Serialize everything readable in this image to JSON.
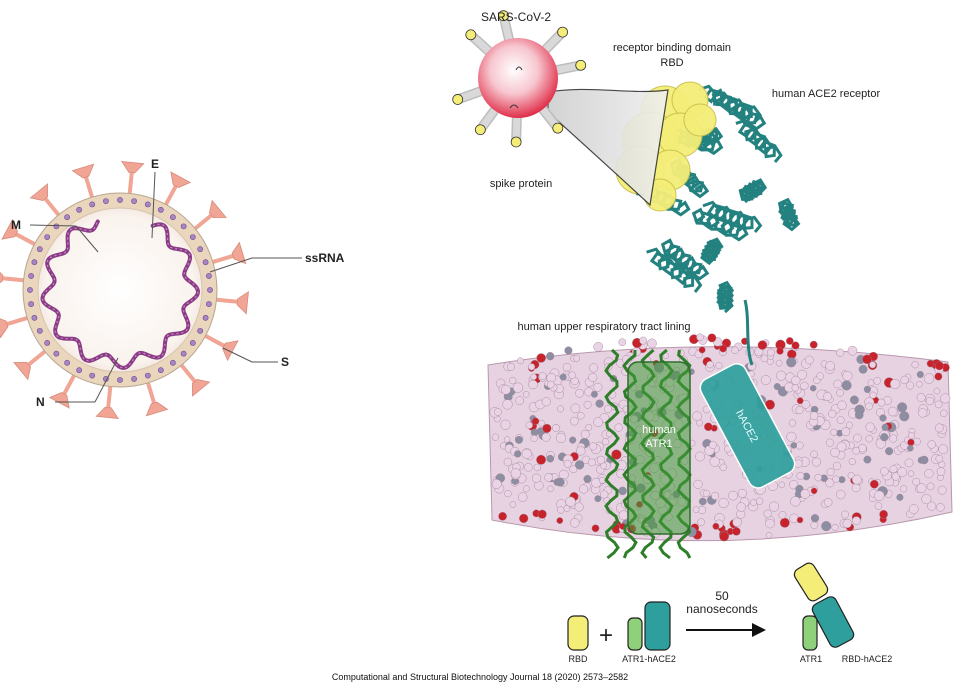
{
  "virus_diagram": {
    "labels": {
      "e": "E",
      "m": "M",
      "ssrna": "ssRNA",
      "s": "S",
      "n": "N"
    }
  },
  "interaction_diagram": {
    "virus_label": "SARS-CoV-2",
    "rbd_label_line1": "receptor binding domain",
    "rbd_label_line2": "RBD",
    "spike_label": "spike protein",
    "ace2_label": "human ACE2 receptor",
    "lining_label": "human upper respiratory tract lining",
    "atr1_label_line1": "human",
    "atr1_label_line2": "ATR1",
    "hace2_box_label": "hACE2"
  },
  "reaction_scheme": {
    "plus": "+",
    "arrow_top": "50",
    "arrow_bottom": "nanoseconds",
    "reactant_rbd": "RBD",
    "reactant_complex": "ATR1-hACE2",
    "product_atr1": "ATR1",
    "product_complex": "RBD-hACE2"
  },
  "citation": "Computational and Structural Biotechnology Journal 18 (2020) 2573–2582",
  "colors": {
    "rbd_yellow": "#f4ee78",
    "ace2_teal": "#2e9f9c",
    "atr1_green": "#8fd07a",
    "atr1_membrane_green": "#3f9a36",
    "virus_red": "#e0304a",
    "membrane_pink": "#e9d3e4",
    "membrane_red": "#c8232b",
    "lipid_tan": "#ead6bd",
    "rna_purple": "#8a3c86",
    "spike_pink": "#f0a595"
  }
}
